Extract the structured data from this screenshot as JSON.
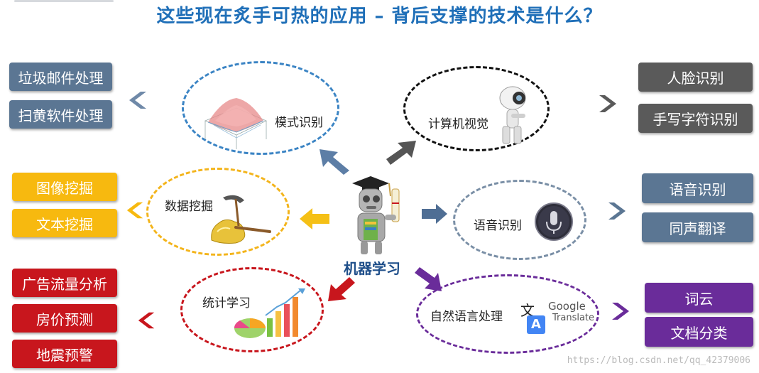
{
  "title": "这些现在炙手可热的应用 – 背后支撑的技术是什么？",
  "center": {
    "label": "机器学习"
  },
  "nodes": {
    "pattern": {
      "label": "模式识别",
      "color": "#3b84c4"
    },
    "vision": {
      "label": "计算机视觉",
      "color": "#111111"
    },
    "mining": {
      "label": "数据挖掘",
      "color": "#f3b41b"
    },
    "speech": {
      "label": "语音识别",
      "color": "#7a8fa6"
    },
    "stats": {
      "label": "统计学习",
      "color": "#c8161d"
    },
    "nlp": {
      "label": "自然语言处理",
      "color": "#6a2c9a"
    }
  },
  "google": {
    "word1": "Google",
    "word2": "Translate",
    "glyph": "文",
    "glyph2": "A"
  },
  "boxes": {
    "pattern": {
      "items": [
        "垃圾邮件处理",
        "扫黄软件处理"
      ],
      "color": "#5b7693"
    },
    "vision": {
      "items": [
        "人脸识别",
        "手写字符识别"
      ],
      "color": "#5a5a5a"
    },
    "mining": {
      "items": [
        "图像挖掘",
        "文本挖掘"
      ],
      "color": "#f7b90f"
    },
    "speech": {
      "items": [
        "语音识别",
        "同声翻译"
      ],
      "color": "#5b7693"
    },
    "stats": {
      "items": [
        "广告流量分析",
        "房价预测",
        "地震预警"
      ],
      "color": "#c8161d"
    },
    "nlp": {
      "items": [
        "词云",
        "文档分类"
      ],
      "color": "#6a2c9a"
    }
  },
  "watermark": "https://blog.csdn.net/qq_42379006"
}
